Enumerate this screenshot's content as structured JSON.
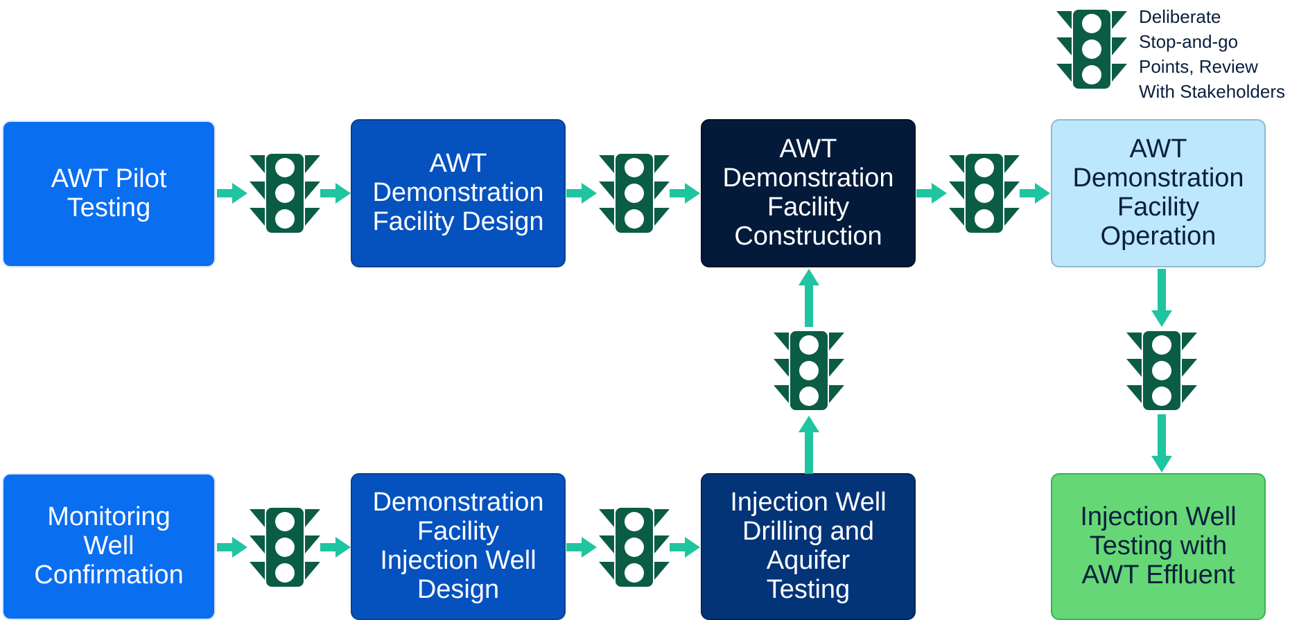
{
  "colors": {
    "arrow": "#1fc4a0",
    "traffic_light": "#0b5c45"
  },
  "legend": {
    "icon": "traffic-light-icon",
    "text": "Deliberate\nStop-and-go\nPoints, Review\nWith Stakeholders"
  },
  "boxes": {
    "pilot": "AWT Pilot\nTesting",
    "demo_design": "AWT\nDemonstration\nFacility Design",
    "demo_construction": "AWT\nDemonstration\nFacility\nConstruction",
    "demo_operation": "AWT\nDemonstration\nFacility\nOperation",
    "monitoring": "Monitoring\nWell\nConfirmation",
    "inj_design": "Demonstration\nFacility\nInjection Well\nDesign",
    "drilling": "Injection Well\nDrilling and\nAquifer\nTesting",
    "inj_testing": "Injection Well\nTesting with\nAWT Effluent"
  }
}
